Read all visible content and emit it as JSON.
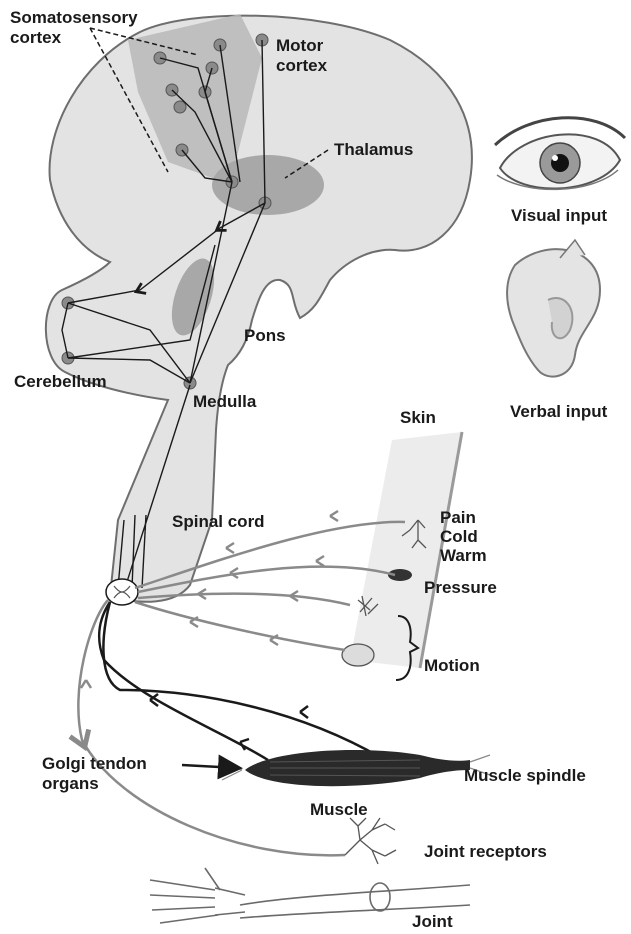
{
  "labels": {
    "somatosensory_cortex_line1": "Somatosensory",
    "somatosensory_cortex_line2": "cortex",
    "motor_cortex_line1": "Motor",
    "motor_cortex_line2": "cortex",
    "thalamus": "Thalamus",
    "visual_input": "Visual input",
    "pons": "Pons",
    "cerebellum": "Cerebellum",
    "medulla": "Medulla",
    "verbal_input": "Verbal input",
    "skin": "Skin",
    "spinal_cord": "Spinal cord",
    "pain": "Pain",
    "cold": "Cold",
    "warm": "Warm",
    "pressure": "Pressure",
    "motion": "Motion",
    "golgi_line1": "Golgi tendon",
    "golgi_line2": "organs",
    "muscle_spindle": "Muscle spindle",
    "muscle": "Muscle",
    "joint_receptors": "Joint receptors",
    "joint": "Joint"
  },
  "colors": {
    "brain_fill": "#e3e3e3",
    "region_fill": "#a8a8a8",
    "outline": "#6e6e6e",
    "sensory_pathway": "#8a8a8a",
    "motor_pathway": "#1a1a1a",
    "muscle": "#2a2a2a",
    "text": "#1a1a1a"
  }
}
